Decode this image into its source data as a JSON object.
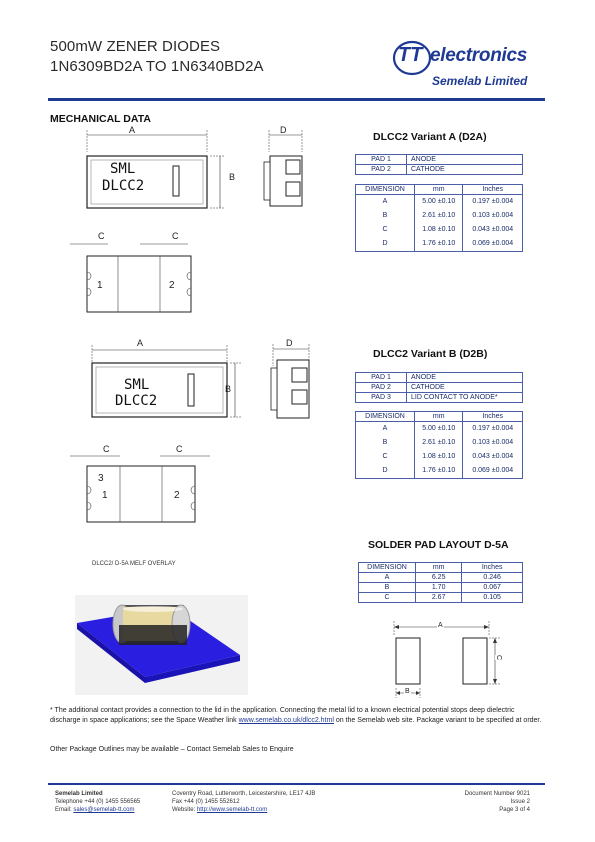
{
  "header": {
    "title_line1": "500mW ZENER DIODES",
    "title_line2": "1N6309BD2A TO 1N6340BD2A",
    "brand_logo_text": "TT",
    "brand_name": "electronics",
    "brand_sub": "Semelab Limited",
    "colors": {
      "rule": "#1f3a93",
      "brand": "#1f3a93"
    }
  },
  "mechanical": {
    "heading": "MECHANICAL DATA",
    "package_marking_line1": "SML",
    "package_marking_line2": "DLCC2",
    "dim_labels": {
      "a": "A",
      "b": "B",
      "c": "C",
      "d": "D"
    },
    "pad_numbers": {
      "p1": "1",
      "p2": "2",
      "p3": "3"
    }
  },
  "variant_a": {
    "heading": "DLCC2 Variant A (D2A)",
    "pads": [
      {
        "pad": "PAD 1",
        "name": "ANODE"
      },
      {
        "pad": "PAD 2",
        "name": "CATHODE"
      }
    ],
    "dim_header": {
      "dimension": "DIMENSION",
      "mm": "mm",
      "inches": "Inches"
    },
    "dims": [
      {
        "dim": "A",
        "mm": "5.00 ±0.10",
        "in": "0.197 ±0.004"
      },
      {
        "dim": "B",
        "mm": "2.61 ±0.10",
        "in": "0.103 ±0.004"
      },
      {
        "dim": "C",
        "mm": "1.08 ±0.10",
        "in": "0.043 ±0.004"
      },
      {
        "dim": "D",
        "mm": "1.76 ±0.10",
        "in": "0.069 ±0.004"
      }
    ]
  },
  "variant_b": {
    "heading": "DLCC2 Variant B (D2B)",
    "pads": [
      {
        "pad": "PAD 1",
        "name": "ANODE"
      },
      {
        "pad": "PAD 2",
        "name": "CATHODE"
      },
      {
        "pad": "PAD 3",
        "name": "LID CONTACT TO ANODE*"
      }
    ],
    "dim_header": {
      "dimension": "DIMENSION",
      "mm": "mm",
      "inches": "Inches"
    },
    "dims": [
      {
        "dim": "A",
        "mm": "5.00 ±0.10",
        "in": "0.197 ±0.004"
      },
      {
        "dim": "B",
        "mm": "2.61 ±0.10",
        "in": "0.103 ±0.004"
      },
      {
        "dim": "C",
        "mm": "1.08 ±0.10",
        "in": "0.043 ±0.004"
      },
      {
        "dim": "D",
        "mm": "1.76 ±0.10",
        "in": "0.069 ±0.004"
      }
    ]
  },
  "solder": {
    "heading": "SOLDER PAD LAYOUT D-5A",
    "dim_header": {
      "dimension": "DIMENSION",
      "mm": "mm",
      "inches": "Inches"
    },
    "dims": [
      {
        "dim": "A",
        "mm": "6.25",
        "in": "0.246"
      },
      {
        "dim": "B",
        "mm": "1.70",
        "in": "0.067"
      },
      {
        "dim": "C",
        "mm": "2.67",
        "in": "0.105"
      }
    ]
  },
  "overlay_caption": "DLCC2/ D-5A MELF OVERLAY",
  "footnote": {
    "part1": "* The additional contact provides a connection to the lid in the application. Connecting the metal lid to a known electrical potential stops deep dielectric discharge in space applications; see the Space Weather link ",
    "link": "www.semelab.co.uk/dlcc2.html",
    "part2": " on the Semelab web site. Package variant to be specified at order.",
    "other": "Other Package Outlines may be available – Contact Semelab Sales to Enquire"
  },
  "footer": {
    "company": "Semelab Limited",
    "telephone": "Telephone +44 (0) 1455 556565",
    "email_label": "Email: ",
    "email": "sales@semelab-tt.com",
    "address": "Coventry Road, Lutterworth, Leicestershire, LE17 4JB",
    "fax": "Fax +44 (0) 1455 552612",
    "website_label": "Website: ",
    "website": "http://www.semelab-tt.com",
    "doc_number": "Document Number 9021",
    "issue": "Issue 2",
    "page": "Page  3 of 4"
  }
}
